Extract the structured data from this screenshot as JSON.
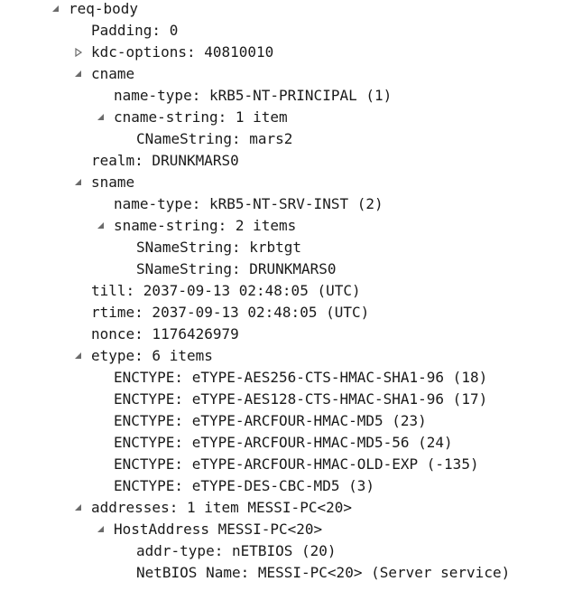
{
  "tree": {
    "rows": [
      {
        "text": "req-body",
        "toggle": "expanded"
      },
      {
        "text": "Padding: 0",
        "toggle": "none"
      },
      {
        "text": "kdc-options: 40810010",
        "toggle": "collapsed"
      },
      {
        "text": "cname",
        "toggle": "expanded"
      },
      {
        "text": "name-type: kRB5-NT-PRINCIPAL (1)",
        "toggle": "none"
      },
      {
        "text": "cname-string: 1 item",
        "toggle": "expanded"
      },
      {
        "text": "CNameString: mars2",
        "toggle": "none"
      },
      {
        "text": "realm: DRUNKMARS0",
        "toggle": "none"
      },
      {
        "text": "sname",
        "toggle": "expanded"
      },
      {
        "text": "name-type: kRB5-NT-SRV-INST (2)",
        "toggle": "none"
      },
      {
        "text": "sname-string: 2 items",
        "toggle": "expanded"
      },
      {
        "text": "SNameString: krbtgt",
        "toggle": "none"
      },
      {
        "text": "SNameString: DRUNKMARS0",
        "toggle": "none"
      },
      {
        "text": "till: 2037-09-13 02:48:05 (UTC)",
        "toggle": "none"
      },
      {
        "text": "rtime: 2037-09-13 02:48:05 (UTC)",
        "toggle": "none"
      },
      {
        "text": "nonce: 1176426979",
        "toggle": "none"
      },
      {
        "text": "etype: 6 items",
        "toggle": "expanded"
      },
      {
        "text": "ENCTYPE: eTYPE-AES256-CTS-HMAC-SHA1-96 (18)",
        "toggle": "none"
      },
      {
        "text": "ENCTYPE: eTYPE-AES128-CTS-HMAC-SHA1-96 (17)",
        "toggle": "none"
      },
      {
        "text": "ENCTYPE: eTYPE-ARCFOUR-HMAC-MD5 (23)",
        "toggle": "none"
      },
      {
        "text": "ENCTYPE: eTYPE-ARCFOUR-HMAC-MD5-56 (24)",
        "toggle": "none"
      },
      {
        "text": "ENCTYPE: eTYPE-ARCFOUR-HMAC-OLD-EXP (-135)",
        "toggle": "none"
      },
      {
        "text": "ENCTYPE: eTYPE-DES-CBC-MD5 (3)",
        "toggle": "none"
      },
      {
        "text": "addresses: 1 item MESSI-PC<20>",
        "toggle": "expanded"
      },
      {
        "text": "HostAddress MESSI-PC<20>",
        "toggle": "expanded"
      },
      {
        "text": "addr-type: nETBIOS (20)",
        "toggle": "none"
      },
      {
        "text": "NetBIOS Name: MESSI-PC<20> (Server service)",
        "toggle": "none"
      }
    ]
  },
  "colors": {
    "text": "#1a1a1a",
    "expander": "#6b6b6b",
    "background": "#ffffff"
  },
  "icons": {
    "expanded": "triangle-down-right-icon",
    "collapsed": "triangle-right-outline-icon"
  }
}
